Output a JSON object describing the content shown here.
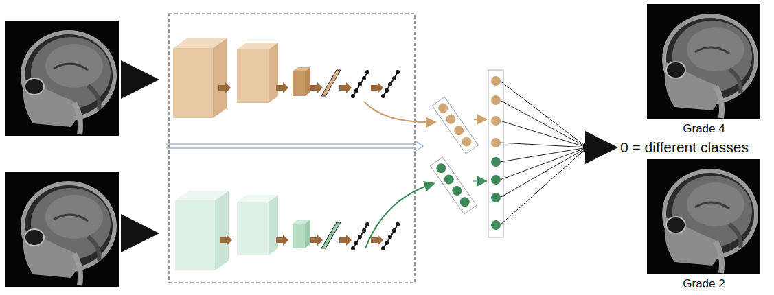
{
  "diagram": {
    "labels": [
      "Grade 4",
      "0 = different classes",
      "Grade 2"
    ]
  }
}
